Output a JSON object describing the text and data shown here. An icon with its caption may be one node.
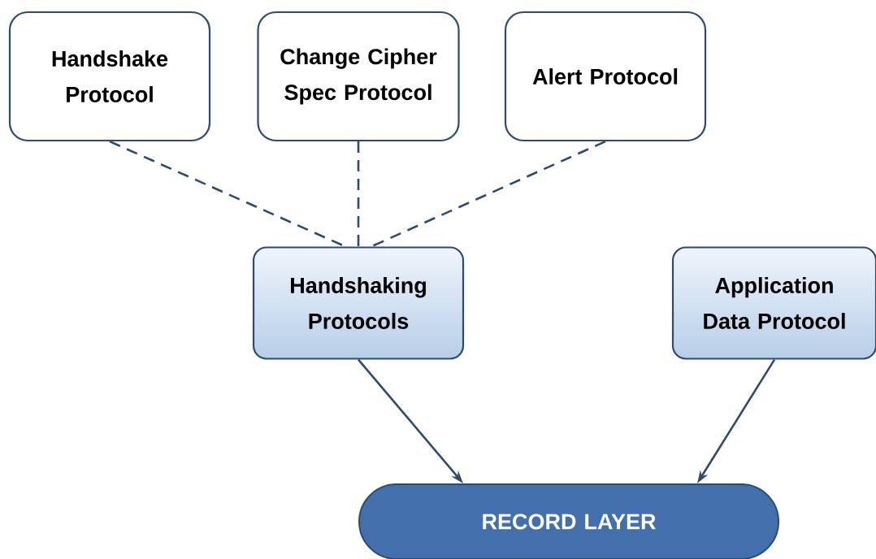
{
  "diagram": {
    "nodes": [
      {
        "text": [
          "Handshake Protocol"
        ]
      },
      {
        "text": [
          "Change Cipher Spec Protocol"
        ]
      },
      {
        "text": [
          "Alert Protocol"
        ]
      },
      {
        "text": [
          "Handshaking Protocols"
        ]
      },
      {
        "text": [
          "Application Data Protocol"
        ]
      },
      {
        "text": [
          "RECORD LAYER"
        ]
      }
    ],
    "edges": [
      {
        "from": 0,
        "to": 3,
        "arrow": "none",
        "style": "dashed"
      },
      {
        "from": 1,
        "to": 3,
        "arrow": "none",
        "style": "dashed"
      },
      {
        "from": 2,
        "to": 3,
        "arrow": "none",
        "style": "dashed"
      },
      {
        "from": 3,
        "to": 5,
        "arrow": "to"
      },
      {
        "from": 4,
        "to": 5,
        "arrow": "to"
      }
    ]
  }
}
